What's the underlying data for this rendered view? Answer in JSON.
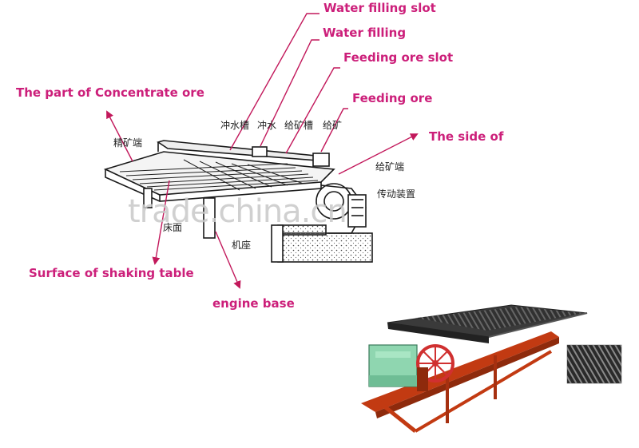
{
  "colors": {
    "label": "#cc1f7a",
    "line": "#c2185b",
    "drawing": "#1a1a1a",
    "watermark": "#c8c8c8"
  },
  "labels": {
    "water_filling_slot": "Water filling slot",
    "water_filling": "Water filling",
    "feeding_ore_slot": "Feeding ore slot",
    "concentrate_part": "The part of Concentrate  ore",
    "feeding_ore": "Feeding ore",
    "side_of": "The side of",
    "surface": "Surface of shaking table",
    "engine_base": "engine base"
  },
  "chinese_labels": {
    "jing_kuang_duan": "精矿端",
    "chong_shui_cao": "冲水槽",
    "chong_shui": "冲水",
    "gei_kuang_cao": "给矿槽",
    "gei_kuang": "给矿",
    "gei_kuang_duan": "给矿端",
    "chuan_dong_zhuang_zhi": "传动装置",
    "chuang_mian": "床面",
    "ji_zuo": "机座"
  },
  "watermark": "trade.china.cn",
  "icons": {
    "photo": "shaking-table-photo-icon",
    "inset": "riffle-closeup-icon"
  }
}
